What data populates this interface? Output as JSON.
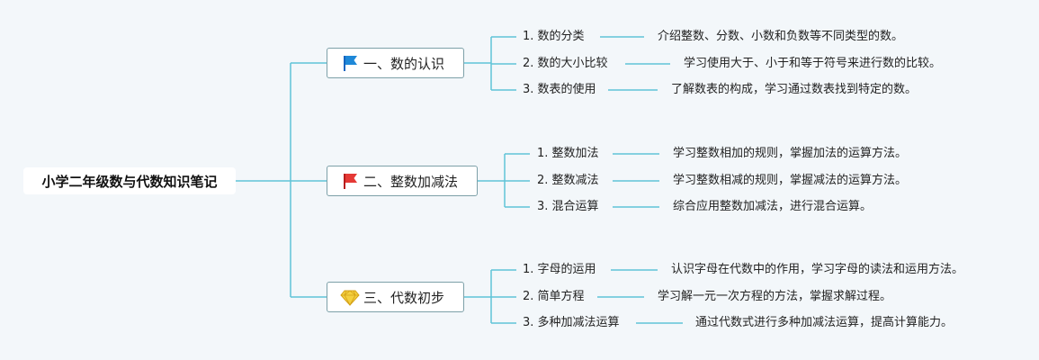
{
  "root": {
    "title": "小学二年级数与代数知识笔记"
  },
  "branches": [
    {
      "label": "一、数的认识",
      "icon": "blue-flag-icon",
      "items": [
        {
          "title": "1. 数的分类",
          "desc": "介绍整数、分数、小数和负数等不同类型的数。"
        },
        {
          "title": "2. 数的大小比较",
          "desc": "学习使用大于、小于和等于符号来进行数的比较。"
        },
        {
          "title": "3. 数表的使用",
          "desc": "了解数表的构成，学习通过数表找到特定的数。"
        }
      ]
    },
    {
      "label": "二、整数加减法",
      "icon": "red-flag-icon",
      "items": [
        {
          "title": "1. 整数加法",
          "desc": "学习整数相加的规则，掌握加法的运算方法。"
        },
        {
          "title": "2. 整数减法",
          "desc": "学习整数相减的规则，掌握减法的运算方法。"
        },
        {
          "title": "3. 混合运算",
          "desc": "综合应用整数加减法，进行混合运算。"
        }
      ]
    },
    {
      "label": "三、代数初步",
      "icon": "diamond-icon",
      "items": [
        {
          "title": "1. 字母的运用",
          "desc": "认识字母在代数中的作用，学习字母的读法和运用方法。"
        },
        {
          "title": "2. 简单方程",
          "desc": "学习解一元一次方程的方法，掌握求解过程。"
        },
        {
          "title": "3. 多种加减法运算",
          "desc": "通过代数式进行多种加减法运算，提高计算能力。"
        }
      ]
    }
  ],
  "colors": {
    "connector": "#5fc4d8",
    "branch_border": "#7da0a8",
    "background": "#f3f7fa",
    "flag_blue": "#1e88d8",
    "flag_red": "#e53935",
    "diamond": "#f4d03f"
  }
}
